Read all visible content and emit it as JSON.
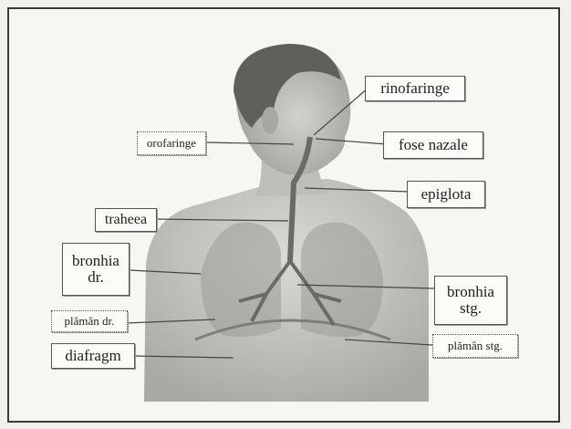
{
  "diagram": {
    "labels": {
      "rinofaringe": "rinofaringe",
      "orofaringe": "orofaringe",
      "fose_nazale": "fose nazale",
      "epiglota": "epiglota",
      "traheea": "traheea",
      "bronhia_dr_line1": "bronhia",
      "bronhia_dr_line2": "dr.",
      "bronhia_stg_line1": "bronhia",
      "bronhia_stg_line2": "stg.",
      "plaman_dr": "plămân dr.",
      "plaman_stg": "plămân stg.",
      "diafragm": "diafragm"
    },
    "colors": {
      "frame": "#3a3a3a",
      "paper": "#f6f6f3",
      "skin": "#c9c9c6",
      "hair": "#5a5a5a",
      "lines": "#444444"
    }
  }
}
